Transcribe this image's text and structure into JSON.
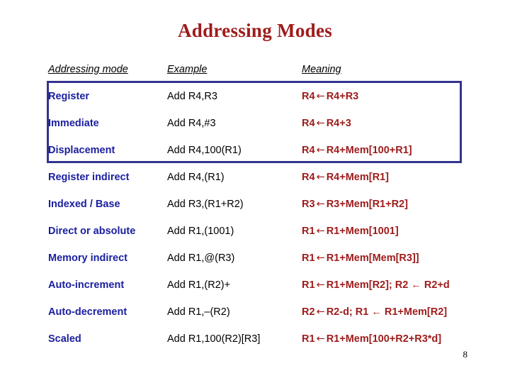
{
  "slide": {
    "title": "Addressing Modes",
    "page_number": "8",
    "title_color": "#9e1b1b",
    "mode_color": "#1b20a0",
    "meaning_color": "#9e1b1b",
    "highlight_border_color": "#33348c"
  },
  "table": {
    "headers": {
      "mode": "Addressing mode",
      "example": "Example",
      "meaning": "Meaning"
    },
    "rows": [
      {
        "mode": "Register",
        "example": "Add R4,R3",
        "meaning_left": "R4",
        "meaning_arrow": "←",
        "meaning_right": "R4+R3",
        "highlighted": true
      },
      {
        "mode": "Immediate",
        "example": "Add R4,#3",
        "meaning_left": "R4",
        "meaning_arrow": "←",
        "meaning_right": "R4+3",
        "highlighted": true
      },
      {
        "mode": "Displacement",
        "example": "Add R4,100(R1)",
        "meaning_left": "R4",
        "meaning_arrow": "←",
        "meaning_right": "R4+Mem[100+R1]",
        "highlighted": true
      },
      {
        "mode": "Register indirect",
        "example": "Add R4,(R1)",
        "meaning_left": "R4",
        "meaning_arrow": "←",
        "meaning_right": "R4+Mem[R1]",
        "highlighted": false
      },
      {
        "mode": "Indexed / Base",
        "example": "Add R3,(R1+R2)",
        "meaning_left": "R3",
        "meaning_arrow": "←",
        "meaning_right": "R3+Mem[R1+R2]",
        "highlighted": false
      },
      {
        "mode": "Direct or absolute",
        "example": "Add R1,(1001)",
        "meaning_left": "R1",
        "meaning_arrow": "←",
        "meaning_right": "R1+Mem[1001]",
        "highlighted": false
      },
      {
        "mode": "Memory indirect",
        "example": "Add R1,@(R3)",
        "meaning_left": "R1",
        "meaning_arrow": "←",
        "meaning_right": "R1+Mem[Mem[R3]]",
        "highlighted": false
      },
      {
        "mode": "Auto-increment",
        "example": "Add R1,(R2)+",
        "meaning_left": "R1",
        "meaning_arrow": "←",
        "meaning_right": "R1+Mem[R2]; R2 ← R2+d",
        "highlighted": false
      },
      {
        "mode": "Auto-decrement",
        "example": "Add R1,–(R2)",
        "meaning_left": "R2",
        "meaning_arrow": "←",
        "meaning_right": "R2-d; R1 ← R1+Mem[R2]",
        "highlighted": false
      },
      {
        "mode": "Scaled",
        "example": "Add R1,100(R2)[R3]",
        "meaning_left": "R1",
        "meaning_arrow": "←",
        "meaning_right": "R1+Mem[100+R2+R3*d]",
        "highlighted": false
      }
    ]
  }
}
